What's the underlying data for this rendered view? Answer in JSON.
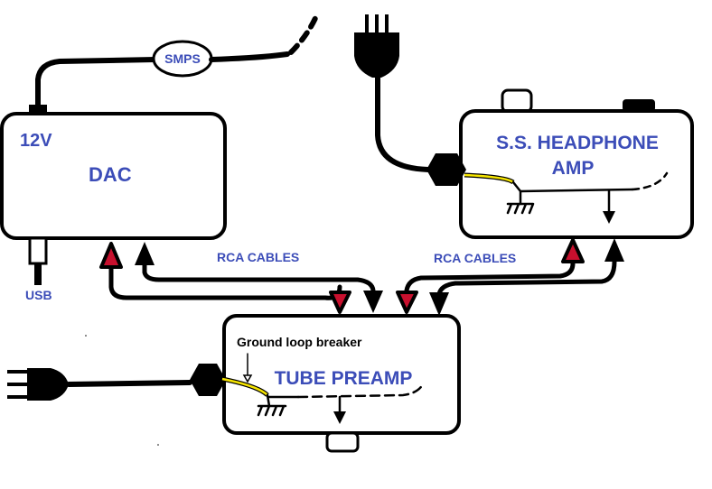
{
  "labels": {
    "smps": "SMPS",
    "dac_voltage": "12V",
    "dac": "DAC",
    "usb": "USB",
    "rca_left": "RCA CABLES",
    "rca_right": "RCA CABLES",
    "headphone_amp_line1": "S.S. HEADPHONE",
    "headphone_amp_line2": "AMP",
    "tube_preamp": "TUBE PREAMP",
    "ground_loop_breaker": "Ground loop breaker"
  },
  "colors": {
    "label_blue": "#3c4db8",
    "signal_red": "#c8102e",
    "ground_wire_yellow": "#f5e400",
    "line_black": "#000000"
  },
  "icons": [
    "power-plug-icon",
    "ground-symbol-icon",
    "rca-arrow-icon",
    "hex-grommet-icon"
  ]
}
